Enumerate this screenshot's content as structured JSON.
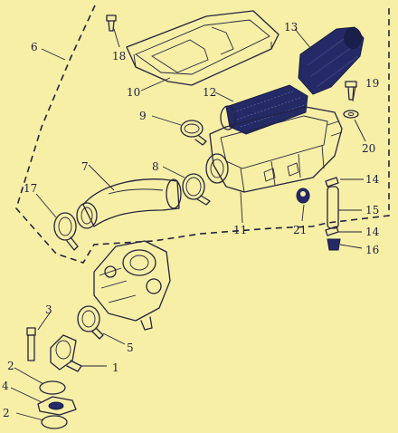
{
  "callouts": [
    {
      "id": "1",
      "text": "1"
    },
    {
      "id": "2a",
      "text": "2"
    },
    {
      "id": "2b",
      "text": "2"
    },
    {
      "id": "3",
      "text": "3"
    },
    {
      "id": "4",
      "text": "4"
    },
    {
      "id": "5",
      "text": "5"
    },
    {
      "id": "6",
      "text": "6"
    },
    {
      "id": "7",
      "text": "7"
    },
    {
      "id": "8",
      "text": "8"
    },
    {
      "id": "9",
      "text": "9"
    },
    {
      "id": "10",
      "text": "10"
    },
    {
      "id": "11",
      "text": "11"
    },
    {
      "id": "12",
      "text": "12"
    },
    {
      "id": "13",
      "text": "13"
    },
    {
      "id": "14a",
      "text": "14"
    },
    {
      "id": "14b",
      "text": "14"
    },
    {
      "id": "15",
      "text": "15"
    },
    {
      "id": "16",
      "text": "16"
    },
    {
      "id": "17",
      "text": "17"
    },
    {
      "id": "18",
      "text": "18"
    },
    {
      "id": "19",
      "text": "19"
    },
    {
      "id": "20",
      "text": "20"
    },
    {
      "id": "21",
      "text": "21"
    }
  ],
  "colors": {
    "background": "#f7efa6",
    "ink": "#23233f",
    "filter_element": "#242a66"
  }
}
